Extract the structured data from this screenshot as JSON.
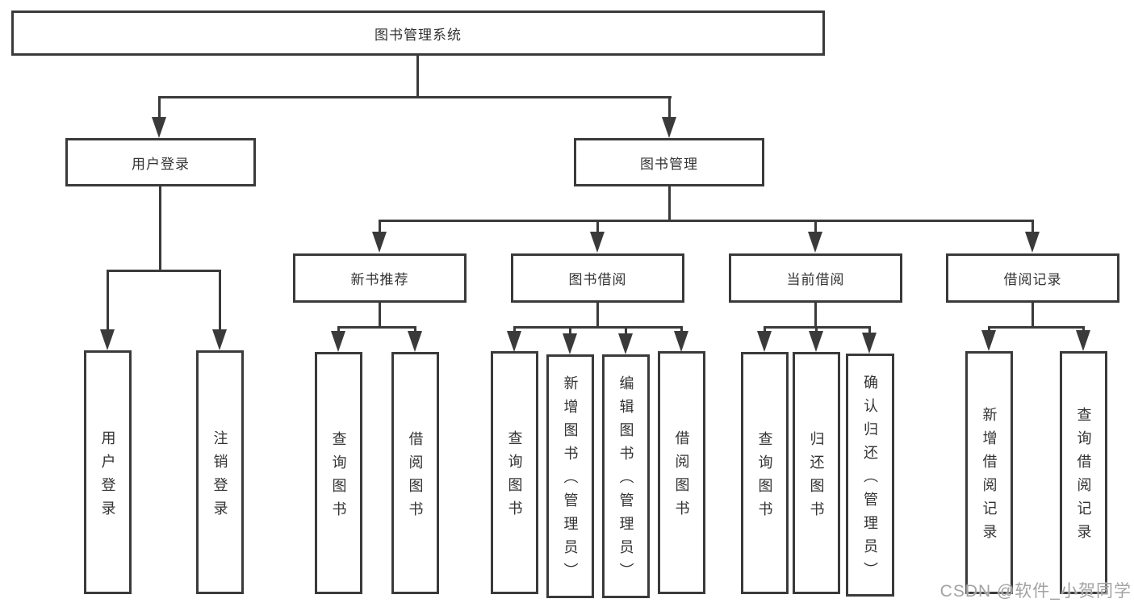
{
  "tree": {
    "label": "图书管理系统",
    "children": [
      {
        "label": "用户登录",
        "children": [
          {
            "label": "用户登录"
          },
          {
            "label": "注销登录"
          }
        ]
      },
      {
        "label": "图书管理",
        "children": [
          {
            "label": "新书推荐",
            "children": [
              {
                "label": "查询图书"
              },
              {
                "label": "借阅图书"
              }
            ]
          },
          {
            "label": "图书借阅",
            "children": [
              {
                "label": "查询图书"
              },
              {
                "label": "新增图书（管理员）"
              },
              {
                "label": "编辑图书（管理员）"
              },
              {
                "label": "借阅图书"
              }
            ]
          },
          {
            "label": "当前借阅",
            "children": [
              {
                "label": "查询图书"
              },
              {
                "label": "归还图书"
              },
              {
                "label": "确认归还（管理员）"
              }
            ]
          },
          {
            "label": "借阅记录",
            "children": [
              {
                "label": "新增借阅记录"
              },
              {
                "label": "查询借阅记录"
              }
            ]
          }
        ]
      }
    ]
  },
  "watermark": {
    "text": "CSDN @软件_小贺同学"
  },
  "colors": {
    "line": "#3a3a3a",
    "text": "#333333",
    "watermark": "#a3a3a3",
    "box_fill": "#ffffff",
    "background": "#ffffff"
  }
}
